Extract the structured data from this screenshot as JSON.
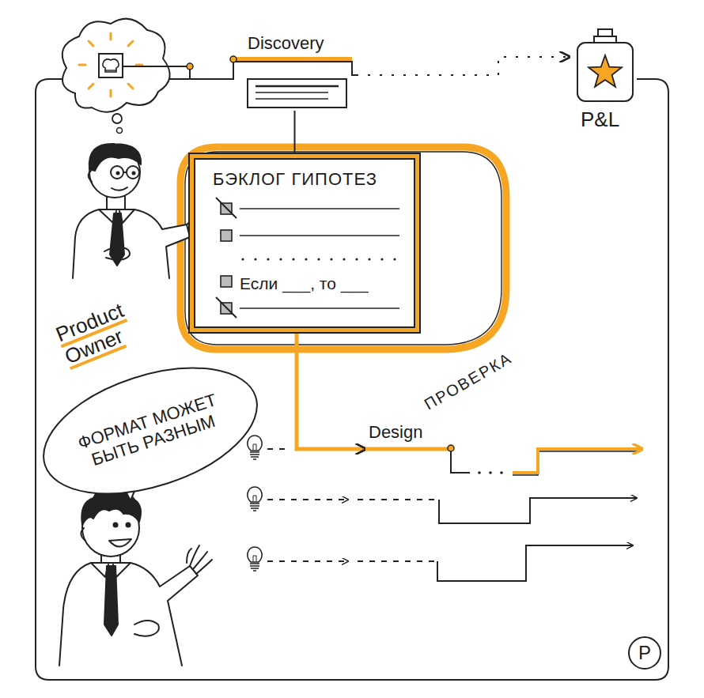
{
  "diagram": {
    "nodes": [
      {
        "text": [
          "Discovery"
        ]
      },
      {
        "text": [
          "P&L"
        ]
      },
      {
        "text": [
          "БЭКЛОГ ГИПОТЕЗ",
          "Если ___, то ___"
        ]
      },
      {
        "text": [
          "Design"
        ]
      },
      {
        "text": [
          "ФОРМАТ МОЖЕТ БЫТЬ РАЗНЫМ"
        ]
      }
    ],
    "edges": [
      {
        "from": 0,
        "to": 1,
        "arrow": "to"
      },
      {
        "from": 0,
        "to": 2,
        "arrow": "none"
      },
      {
        "from": 2,
        "to": 3,
        "label": "ПРОВЕРКА",
        "arrow": "to"
      }
    ],
    "labels": [
      "Product Owner",
      "P"
    ]
  }
}
